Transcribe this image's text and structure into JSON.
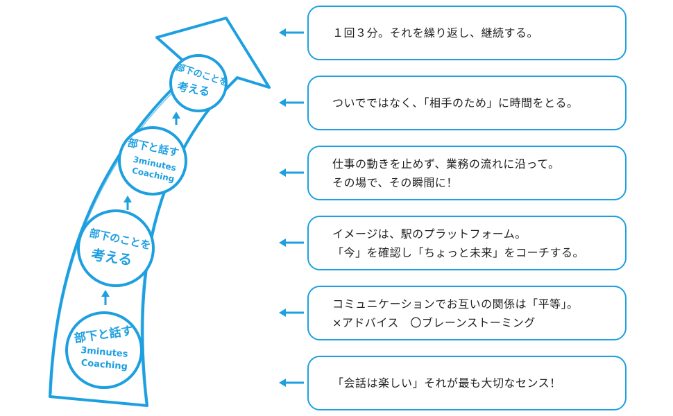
{
  "circles": [
    {
      "line1": "部下と話す",
      "line2": "3minutes",
      "line3": "Coaching"
    },
    {
      "line1": "部下のことを",
      "line2": "考える"
    },
    {
      "line1": "部下と話す",
      "line2": "3minutes",
      "line3": "Coaching"
    },
    {
      "line1": "部下のことを",
      "line2": "考える"
    }
  ],
  "boxes": [
    {
      "lines": [
        "１回３分。それを繰り返し、継続する。"
      ]
    },
    {
      "lines": [
        "ついでではなく、「相手のため」に時間をとる。"
      ]
    },
    {
      "lines": [
        "仕事の動きを止めず、業務の流れに沿って。",
        "その場で、その瞬間に！"
      ]
    },
    {
      "lines": [
        "イメージは、駅のプラットフォーム。",
        "「今」を確認し「ちょっと未来」をコーチする。"
      ]
    },
    {
      "lines": [
        "コミュニケーションでお互いの関係は「平等」。",
        "×アドバイス　〇ブレーンストーミング"
      ]
    },
    {
      "lines": [
        "「会話は楽しい」それが最も大切なセンス！"
      ]
    }
  ],
  "colors": {
    "accent": "#1d9fe0",
    "text": "#222222"
  },
  "icons": [
    "big-curved-arrow",
    "small-up-arrow-icon",
    "left-arrow-icon"
  ]
}
